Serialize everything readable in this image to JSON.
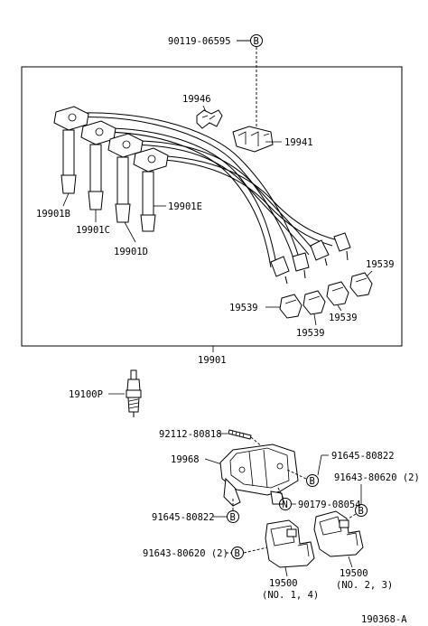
{
  "parts": {
    "bolt_top": "90119-06595",
    "clamp_a": "19946",
    "clamp_b": "19941",
    "cord_b": "19901B",
    "cord_c": "19901C",
    "cord_d": "19901D",
    "cord_e": "19901E",
    "boot_1": "19539",
    "boot_2": "19539",
    "boot_3": "19539",
    "boot_4": "19539",
    "cord_set": "19901",
    "spark_plug": "19100P",
    "stud": "92112-80818",
    "bracket": "19968",
    "nut_upper": "91645-80822",
    "bolt_right": "91643-80620 (2)",
    "n_part": "90179-08054",
    "nut_lower": "91645-80822",
    "bolt_lower": "91643-80620 (2)",
    "coil_14": "19500",
    "coil_14_note": "(NO. 1, 4)",
    "coil_23": "19500",
    "coil_23_note": "(NO. 2, 3)",
    "figure_id": "190368-A"
  },
  "markers": {
    "b": "B",
    "n": "N"
  }
}
